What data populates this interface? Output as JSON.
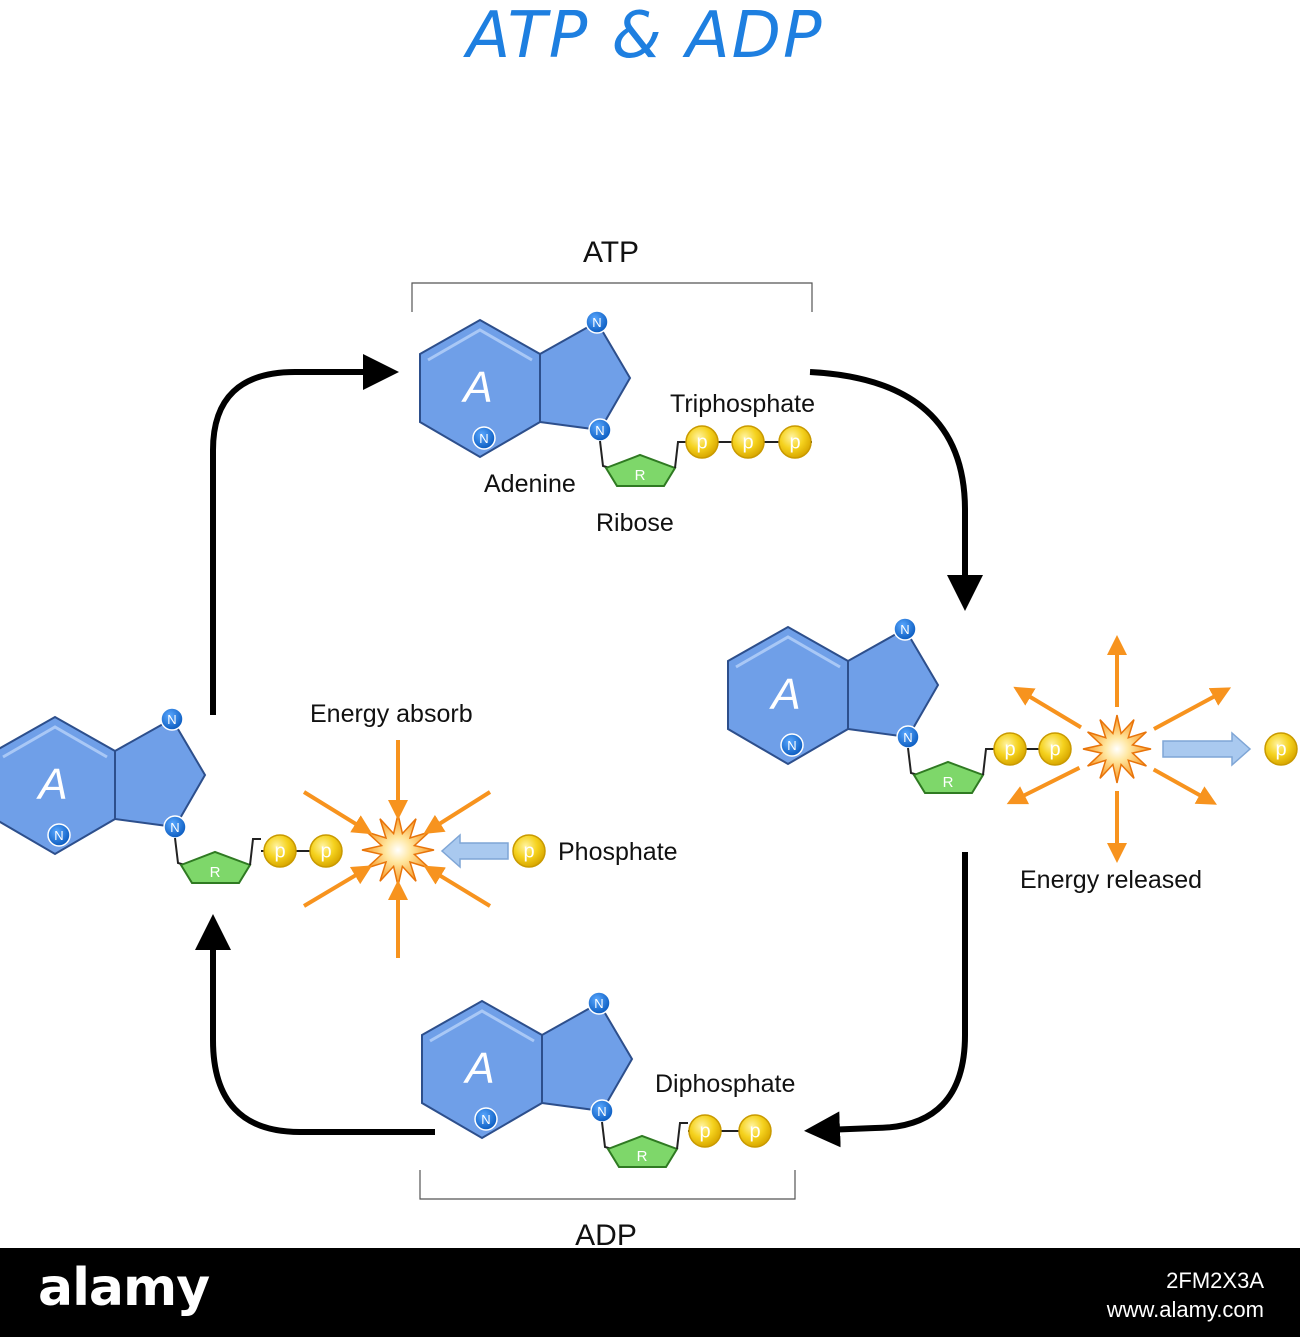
{
  "title": "ATP & ADP",
  "labels": {
    "atp": "ATP",
    "adp": "ADP",
    "adenine": "Adenine",
    "ribose": "Ribose",
    "triphosphate": "Triphosphate",
    "diphosphate": "Diphosphate",
    "energy_absorb": "Energy absorb",
    "energy_released": "Energy released",
    "phosphate": "Phosphate"
  },
  "glyphs": {
    "adenine_letter": "A",
    "nitrogen": "N",
    "ribose_letter": "R",
    "phosphate_letter": "p"
  },
  "watermark": {
    "brand": "alamy",
    "image_id": "2FM2X3A",
    "site": "www.alamy.com"
  },
  "colors": {
    "title": "#1e7fe0",
    "adenine_fill": "#6f9fe8",
    "nitrogen_fill": "#1a6fd6",
    "ribose_fill": "#7ed76a",
    "phosphate_fill": "#f2cc1a",
    "energy_arrow": "#f7931e",
    "phosphate_arrow": "#a9c9ef"
  }
}
